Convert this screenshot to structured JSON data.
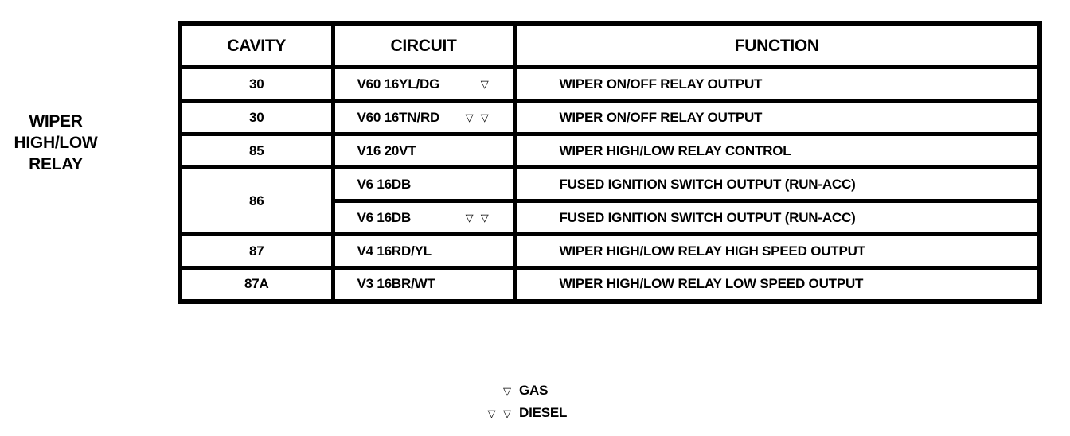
{
  "page": {
    "background_color": "#ffffff",
    "ink_color": "#000000"
  },
  "side_label": {
    "lines": [
      "WIPER",
      "HIGH/LOW",
      "RELAY"
    ]
  },
  "table": {
    "headers": [
      "CAVITY",
      "CIRCUIT",
      "FUNCTION"
    ],
    "rows": [
      {
        "cavity": "30",
        "circuit": "V60 16YL/DG",
        "marker": "▽",
        "marker_meaning": "GAS",
        "function": "WIPER ON/OFF RELAY OUTPUT"
      },
      {
        "cavity": "30",
        "circuit": "V60 16TN/RD",
        "marker": "▽ ▽",
        "marker_meaning": "DIESEL",
        "function": "WIPER ON/OFF RELAY OUTPUT"
      },
      {
        "cavity": "85",
        "circuit": "V16 20VT",
        "marker": "",
        "function": "WIPER HIGH/LOW RELAY CONTROL"
      },
      {
        "cavity": "86",
        "sub_rows": [
          {
            "circuit": "V6 16DB",
            "marker": "",
            "function": "FUSED IGNITION SWITCH OUTPUT (RUN-ACC)"
          },
          {
            "circuit": "V6 16DB",
            "marker": "▽ ▽",
            "marker_meaning": "DIESEL",
            "function": "FUSED IGNITION SWITCH OUTPUT (RUN-ACC)"
          }
        ]
      },
      {
        "cavity": "87",
        "circuit": "V4 16RD/YL",
        "marker": "",
        "function": "WIPER HIGH/LOW RELAY HIGH SPEED OUTPUT"
      },
      {
        "cavity": "87A",
        "circuit": "V3 16BR/WT",
        "marker": "",
        "function": "WIPER HIGH/LOW RELAY LOW SPEED OUTPUT"
      }
    ]
  },
  "legend": {
    "items": [
      {
        "symbol": "▽",
        "label": "GAS"
      },
      {
        "symbol": "▽ ▽",
        "label": "DIESEL"
      }
    ]
  }
}
